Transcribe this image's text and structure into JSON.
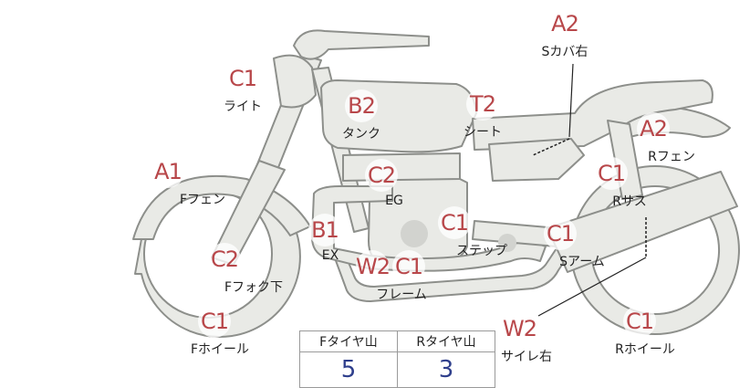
{
  "colors": {
    "code": "#b8474a",
    "label": "#222222",
    "part_fill": "#e9eae6",
    "part_stroke": "#8d8f8b",
    "table_value": "#2f3f8c"
  },
  "parts": [
    {
      "id": "light",
      "code": "C1",
      "label": "ライト"
    },
    {
      "id": "tank",
      "code": "B2",
      "label": "タンク"
    },
    {
      "id": "seat",
      "code": "T2",
      "label": "シート"
    },
    {
      "id": "side-cover-right",
      "code": "A2",
      "label": "Sカバ右"
    },
    {
      "id": "rear-fender",
      "code": "A2",
      "label": "Rフェン"
    },
    {
      "id": "front-fender",
      "code": "A1",
      "label": "Fフェン"
    },
    {
      "id": "engine",
      "code": "C2",
      "label": "EG"
    },
    {
      "id": "rear-suspension",
      "code": "C1",
      "label": "Rサス"
    },
    {
      "id": "exhaust",
      "code": "B1",
      "label": "EX"
    },
    {
      "id": "step",
      "code": "C1",
      "label": "ステップ"
    },
    {
      "id": "swing-arm",
      "code": "C1",
      "label": "Sアーム"
    },
    {
      "id": "front-fork-lower",
      "code": "C2",
      "label": "Fフォク下"
    },
    {
      "id": "frame",
      "code": "W2",
      "code2": "C1",
      "label": "フレーム"
    },
    {
      "id": "front-wheel",
      "code": "C1",
      "label": "Fホイール"
    },
    {
      "id": "silencer-right",
      "code": "W2",
      "label": "サイレ右"
    },
    {
      "id": "rear-wheel",
      "code": "C1",
      "label": "Rホイール"
    }
  ],
  "tread": {
    "front_header": "Fタイヤ山",
    "rear_header": "Rタイヤ山",
    "front_value": "5",
    "rear_value": "3"
  }
}
